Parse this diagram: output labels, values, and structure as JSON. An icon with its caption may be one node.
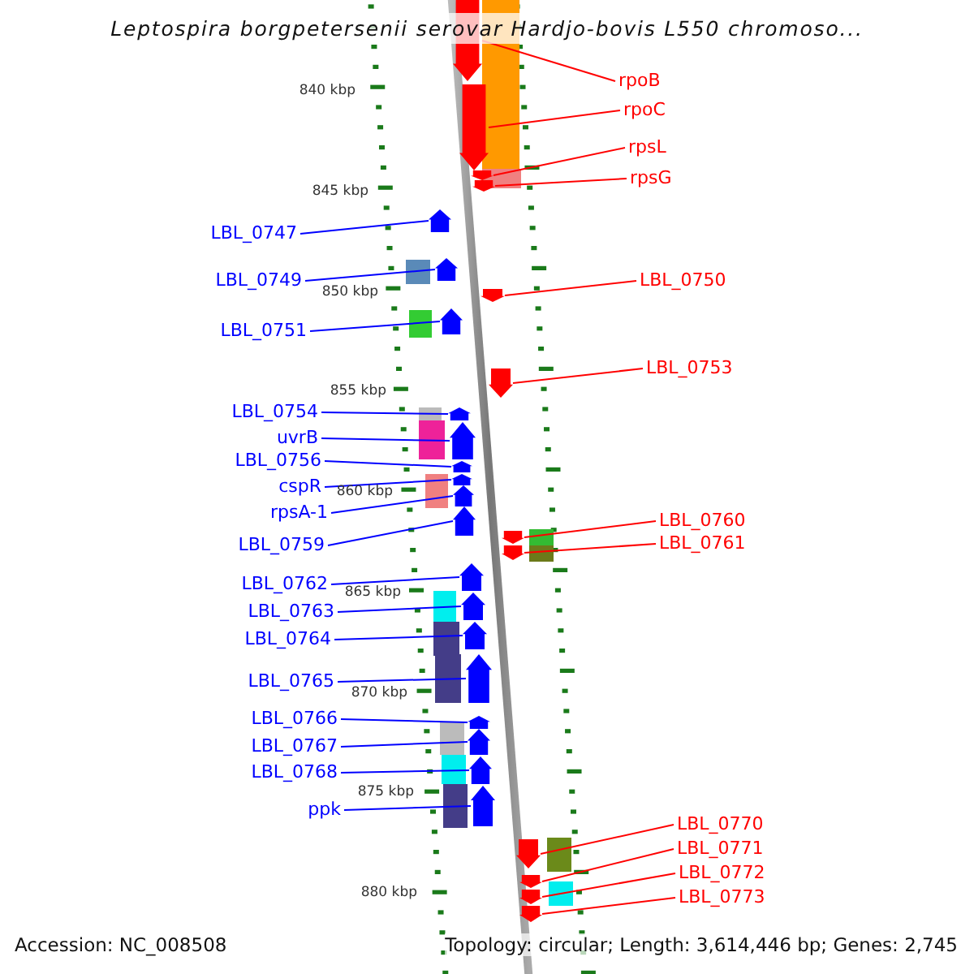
{
  "diagram": {
    "title": "Leptospira borgpetersenii serovar Hardjo-bovis L550 chromoso...",
    "nodes": [
      {
        "text": [
          "rpoB"
        ]
      },
      {
        "text": [],
        "shape": "pentagon"
      },
      {
        "text": [
          "rpoC"
        ]
      },
      {
        "text": [],
        "shape": "pentagon"
      },
      {
        "text": [
          "rpsL"
        ]
      },
      {
        "text": [],
        "shape": "pentagon"
      },
      {
        "text": [
          "rpsG"
        ]
      },
      {
        "text": [],
        "shape": "pentagon"
      },
      {
        "text": [
          "LBL_0747"
        ]
      },
      {
        "text": [],
        "shape": "pentagon"
      },
      {
        "text": [
          "LBL_0749"
        ]
      },
      {
        "text": [],
        "shape": "pentagon"
      },
      {
        "text": [
          "LBL_0750"
        ]
      },
      {
        "text": [],
        "shape": "pentagon"
      },
      {
        "text": [
          "LBL_0751"
        ]
      },
      {
        "text": [],
        "shape": "pentagon"
      },
      {
        "text": [
          "LBL_0753"
        ]
      },
      {
        "text": [],
        "shape": "pentagon"
      },
      {
        "text": [
          "LBL_0754"
        ]
      },
      {
        "text": [],
        "shape": "pentagon"
      },
      {
        "text": [
          "uvrB"
        ]
      },
      {
        "text": [],
        "shape": "pentagon"
      },
      {
        "text": [
          "LBL_0756"
        ]
      },
      {
        "text": [],
        "shape": "pentagon"
      },
      {
        "text": [
          "cspR"
        ]
      },
      {
        "text": [],
        "shape": "pentagon"
      },
      {
        "text": [
          "rpsA-1"
        ]
      },
      {
        "text": [],
        "shape": "pentagon"
      },
      {
        "text": [
          "LBL_0760"
        ]
      },
      {
        "text": [],
        "shape": "pentagon"
      },
      {
        "text": [
          "LBL_0761"
        ]
      },
      {
        "text": [],
        "shape": "pentagon"
      },
      {
        "text": [
          "LBL_0759"
        ]
      },
      {
        "text": [],
        "shape": "pentagon"
      },
      {
        "text": [
          "LBL_0762"
        ]
      },
      {
        "text": [],
        "shape": "pentagon"
      },
      {
        "text": [
          "LBL_0763"
        ]
      },
      {
        "text": [],
        "shape": "pentagon"
      },
      {
        "text": [
          "LBL_0764"
        ]
      },
      {
        "text": [],
        "shape": "pentagon"
      },
      {
        "text": [
          "LBL_0765"
        ]
      },
      {
        "text": [],
        "shape": "pentagon"
      },
      {
        "text": [
          "LBL_0766"
        ]
      },
      {
        "text": [],
        "shape": "pentagon"
      },
      {
        "text": [
          "LBL_0767"
        ]
      },
      {
        "text": [],
        "shape": "pentagon"
      },
      {
        "text": [
          "LBL_0768"
        ]
      },
      {
        "text": [],
        "shape": "pentagon"
      },
      {
        "text": [
          "ppk"
        ]
      },
      {
        "text": [],
        "shape": "pentagon"
      },
      {
        "text": [
          "LBL_0770"
        ]
      },
      {
        "text": [],
        "shape": "pentagon"
      },
      {
        "text": [
          "LBL_0771"
        ]
      },
      {
        "text": [],
        "shape": "pentagon"
      },
      {
        "text": [
          "LBL_0772"
        ]
      },
      {
        "text": [],
        "shape": "pentagon"
      },
      {
        "text": [
          "LBL_0773"
        ]
      },
      {
        "text": [],
        "shape": "pentagon"
      }
    ],
    "edges": [
      {
        "from": 0,
        "to": 1,
        "arrow": "none",
        "color": "#ff0000"
      },
      {
        "from": 2,
        "to": 3,
        "arrow": "none",
        "color": "#ff0000"
      },
      {
        "from": 4,
        "to": 5,
        "arrow": "none",
        "color": "#ff0000"
      },
      {
        "from": 6,
        "to": 7,
        "arrow": "none",
        "color": "#ff0000"
      },
      {
        "from": 8,
        "to": 9,
        "arrow": "none"
      },
      {
        "from": 10,
        "to": 11,
        "arrow": "none"
      },
      {
        "from": 12,
        "to": 13,
        "arrow": "none",
        "color": "#ff0000"
      },
      {
        "from": 14,
        "to": 15,
        "arrow": "none"
      },
      {
        "from": 16,
        "to": 17,
        "arrow": "none",
        "color": "#ff0000"
      },
      {
        "from": 18,
        "to": 19,
        "arrow": "none"
      },
      {
        "from": 20,
        "to": 21,
        "arrow": "none"
      },
      {
        "from": 22,
        "to": 23,
        "arrow": "none"
      },
      {
        "from": 24,
        "to": 25,
        "arrow": "none"
      },
      {
        "from": 26,
        "to": 27,
        "arrow": "none"
      },
      {
        "from": 28,
        "to": 29,
        "arrow": "none",
        "color": "#ff0000"
      },
      {
        "from": 30,
        "to": 31,
        "arrow": "none",
        "color": "#ff0000"
      },
      {
        "from": 32,
        "to": 33,
        "arrow": "none"
      },
      {
        "from": 34,
        "to": 35,
        "arrow": "none"
      },
      {
        "from": 36,
        "to": 37,
        "arrow": "none"
      },
      {
        "from": 38,
        "to": 39,
        "arrow": "none"
      },
      {
        "from": 40,
        "to": 41,
        "arrow": "none"
      },
      {
        "from": 42,
        "to": 43,
        "arrow": "none"
      },
      {
        "from": 44,
        "to": 45,
        "arrow": "none"
      },
      {
        "from": 46,
        "to": 47,
        "arrow": "none"
      },
      {
        "from": 48,
        "to": 49,
        "arrow": "none"
      },
      {
        "from": 50,
        "to": 51,
        "arrow": "none",
        "color": "#ff0000"
      },
      {
        "from": 52,
        "to": 53,
        "arrow": "none",
        "color": "#ff0000"
      },
      {
        "from": 54,
        "to": 55,
        "arrow": "none",
        "color": "#ff0000"
      },
      {
        "from": 56,
        "to": 57,
        "arrow": "none",
        "color": "#ff0000"
      }
    ],
    "labels": [
      "840 kbp",
      "845 kbp",
      "850 kbp",
      "855 kbp",
      "860 kbp",
      "865 kbp",
      "870 kbp",
      "875 kbp",
      "880 kbp",
      "Accession: NC_008508",
      "Topology: circular; Length: 3,614,446 bp; Genes: 2,745"
    ]
  }
}
